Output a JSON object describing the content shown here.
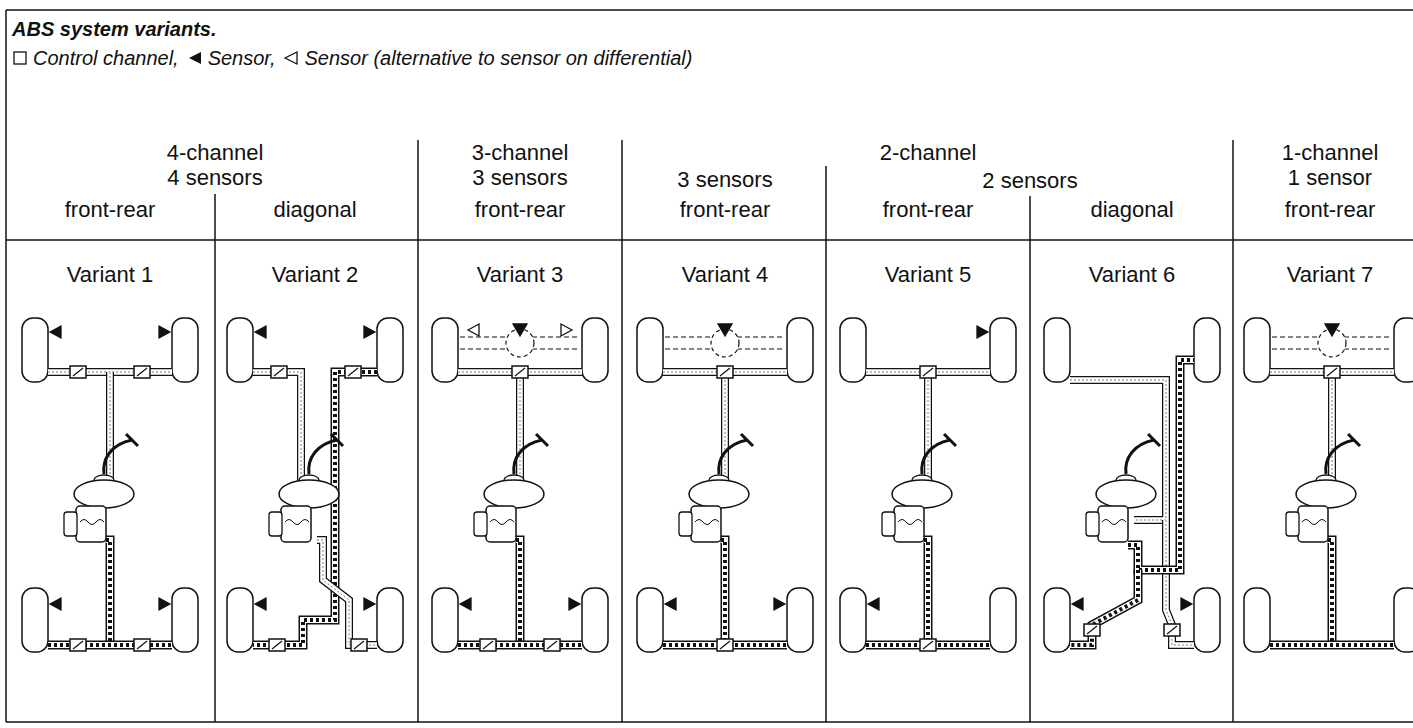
{
  "diagram": {
    "title": "ABS system variants.",
    "labels": [
      "4-channel",
      "4 sensors",
      "front-rear",
      "diagonal",
      "3-channel",
      "3 sensors",
      "front-rear",
      "3 sensors",
      "front-rear",
      "2-channel",
      "2 sensors",
      "front-rear",
      "diagonal",
      "1-channel",
      "1 sensor",
      "front-rear",
      "Variant 1",
      "Variant 2",
      "Variant 3",
      "Variant 4",
      "Variant 5",
      "Variant 6",
      "Variant 7"
    ],
    "legend": [
      {
        "text": "Control channel,"
      },
      {
        "text": "Sensor,"
      },
      {
        "text": "Sensor (alternative to sensor on differential)"
      }
    ]
  }
}
